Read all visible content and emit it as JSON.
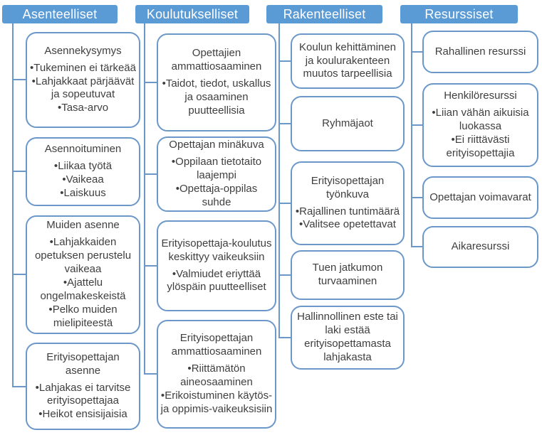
{
  "colors": {
    "background": "#ffffff",
    "header_fill": "#5b9bd5",
    "header_text": "#fefefe",
    "box_bg": "#ffffff",
    "box_border": "#6b98c9",
    "connector": "#6b98c9",
    "text": "#3f3f3f"
  },
  "columns": [
    {
      "label": "Asenteelliset",
      "boxes": [
        {
          "title": "Asennekysymys",
          "bullets": [
            "Tukeminen ei tärkeää",
            "Lahjakkaat pärjäävät ja sopeutuvat",
            "Tasa-arvo"
          ]
        },
        {
          "title": "Asennoituminen",
          "bullets": [
            "Liikaa työtä",
            "Vaikeaa",
            "Laiskuus"
          ]
        },
        {
          "title": "Muiden asenne",
          "bullets": [
            "Lahjakkaiden opetuksen perustelu vaikeaa",
            "Ajattelu ongelmakeskeistä",
            "Pelko muiden mielipiteestä"
          ]
        },
        {
          "title": "Erityisopettajan asenne",
          "bullets": [
            "Lahjakas ei tarvitse erityisopettajaa",
            "Heikot ensisijaisia"
          ]
        }
      ]
    },
    {
      "label": "Koulutukselliset",
      "boxes": [
        {
          "title": "Opettajien ammattiosaaminen",
          "bullets": [
            "Taidot, tiedot, uskallus ja osaaminen puutteellisia"
          ]
        },
        {
          "title": "Opettajan minäkuva",
          "bullets": [
            "Oppilaan tietotaito laajempi",
            "Opettaja-oppilas suhde"
          ]
        },
        {
          "title": "Erityisopettaja-koulutus keskittyy vaikeuksiin",
          "bullets": [
            "Valmiudet eriyttää ylöspäin puutteelliset"
          ]
        },
        {
          "title": "Erityisopettajan ammattiosaaminen",
          "bullets": [
            "Riittämätön aineosaaminen",
            "Erikoistuminen käytös- ja oppimis-vaikeuksisiin"
          ]
        }
      ]
    },
    {
      "label": "Rakenteelliset",
      "boxes": [
        {
          "title": "Koulun kehittäminen ja koulurakenteen muutos tarpeellisia",
          "bullets": []
        },
        {
          "title": "Ryhmäjaot",
          "bullets": []
        },
        {
          "title": "Erityisopettajan työnkuva",
          "bullets": [
            "Rajallinen tuntimäärä",
            "Valitsee opetettavat"
          ]
        },
        {
          "title": "Tuen jatkumon turvaaminen",
          "bullets": []
        },
        {
          "title": "Hallinnollinen este tai laki estää erityisopettamasta lahjakasta",
          "bullets": []
        }
      ]
    },
    {
      "label": "Resurssiset",
      "boxes": [
        {
          "title": "Rahallinen resurssi",
          "bullets": []
        },
        {
          "title": "Henkilöresurssi",
          "bullets": [
            "Liian vähän aikuisia luokassa",
            "Ei riittävästi erityisopettajia"
          ]
        },
        {
          "title": "Opettajan voimavarat",
          "bullets": []
        },
        {
          "title": "Aikaresurssi",
          "bullets": []
        }
      ]
    }
  ]
}
